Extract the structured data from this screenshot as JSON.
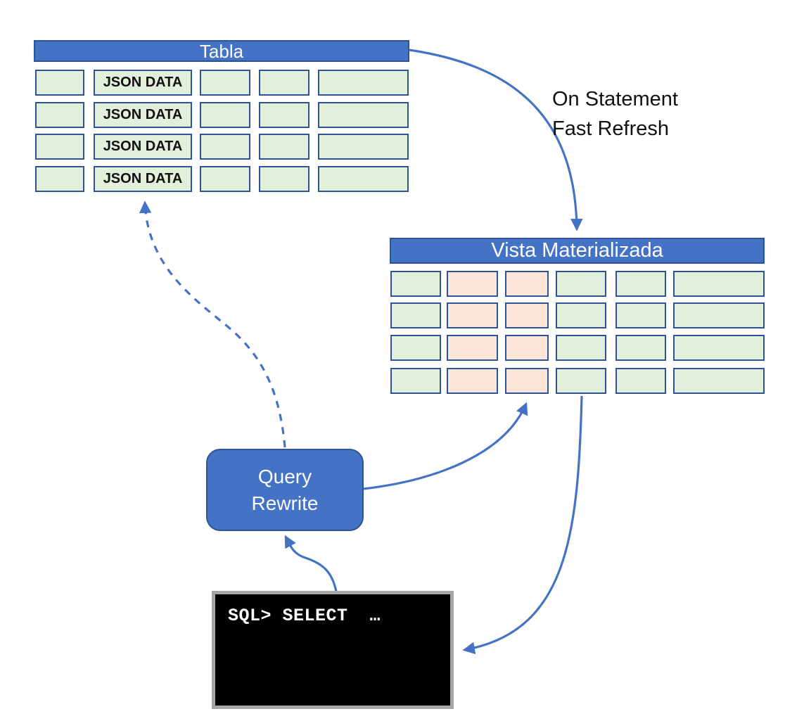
{
  "tabla": {
    "title": "Tabla",
    "row_count": 4,
    "column_count": 5,
    "json_data_column_index": 1,
    "json_cell_label": "JSON DATA"
  },
  "vista": {
    "title": "Vista Materializada",
    "row_count": 4,
    "column_count": 6,
    "highlighted_column_indexes": [
      1,
      2
    ]
  },
  "query_rewrite": {
    "line1": "Query",
    "line2": "Rewrite"
  },
  "refresh_label": {
    "line1": "On Statement",
    "line2": "Fast Refresh"
  },
  "console": {
    "prompt": "SQL> SELECT  …"
  },
  "colors": {
    "header_blue": "#4472C4",
    "border_blue": "#2F5496",
    "cell_green": "#E2EFDA",
    "cell_pink": "#FBE5D6",
    "arrow_blue": "#4472C4",
    "console_border": "#A6A6A6",
    "text_black": "#111111",
    "text_white": "#FFFFFF"
  }
}
